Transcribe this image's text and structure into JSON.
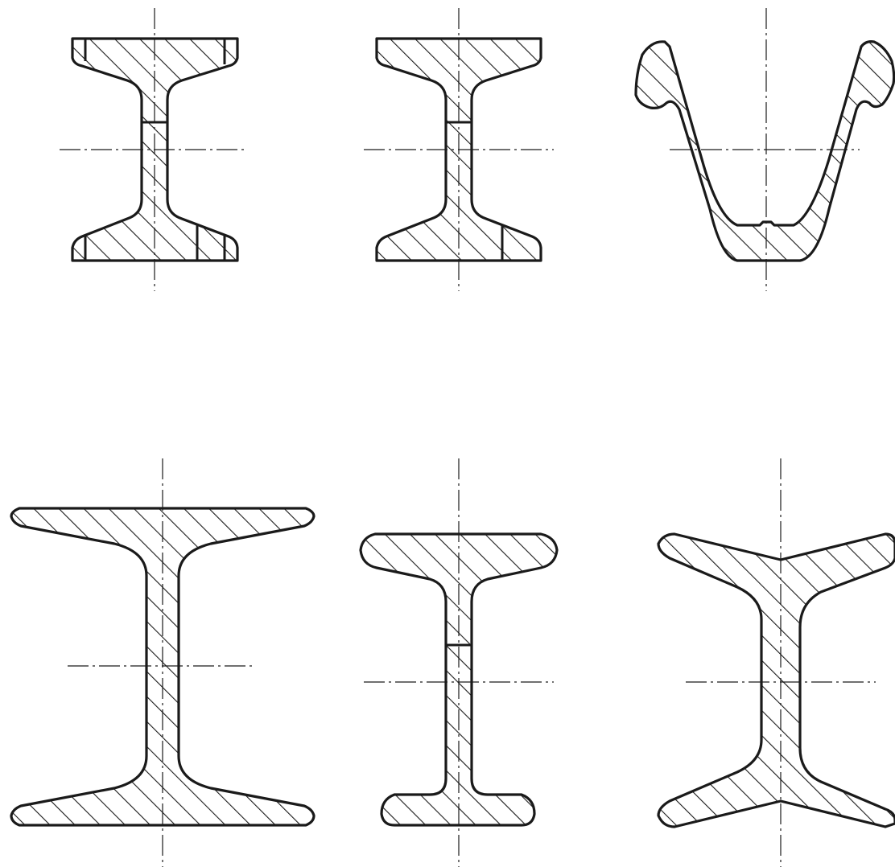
{
  "drawing": {
    "kind": "cross-section sketches of rolled beam profiles",
    "line_color": "#1a1a1a",
    "background": "#ffffff",
    "sections": [
      {
        "id": "section-1",
        "shape": "i-beam-ribbed",
        "row": 1,
        "col": 1
      },
      {
        "id": "section-2",
        "shape": "i-beam-ribbed",
        "row": 1,
        "col": 2
      },
      {
        "id": "section-3",
        "shape": "v-channel",
        "row": 1,
        "col": 3
      },
      {
        "id": "section-4",
        "shape": "i-beam-tapered-flange",
        "row": 2,
        "col": 1
      },
      {
        "id": "section-5",
        "shape": "i-beam-rounded-flange",
        "row": 2,
        "col": 2
      },
      {
        "id": "section-6",
        "shape": "i-beam-v-flange",
        "row": 2,
        "col": 3
      }
    ]
  }
}
